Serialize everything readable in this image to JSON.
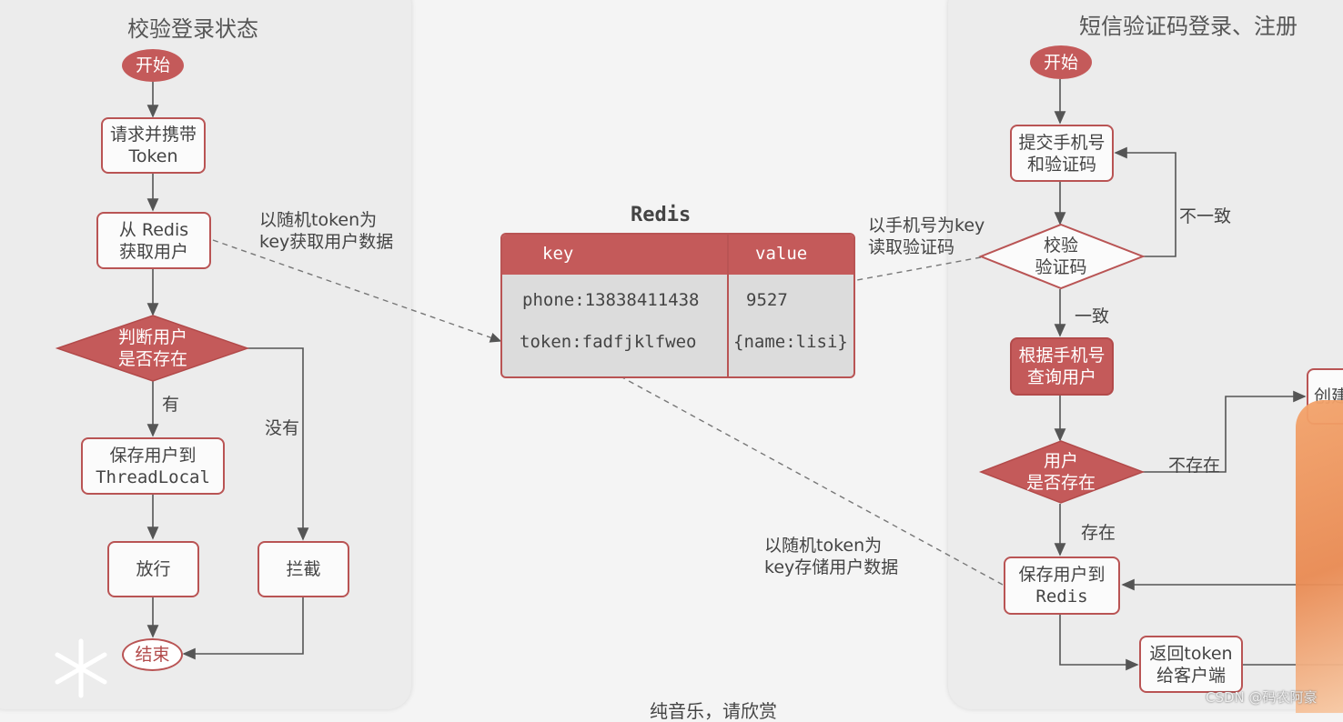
{
  "left_panel": {
    "title": "校验登录状态",
    "start": "开始",
    "request": "请求并携带\nToken",
    "fetch": "从 Redis\n获取用户",
    "check": "判断用户\n是否存在",
    "yes": "有",
    "no": "没有",
    "save": "保存用户到\nThreadLocal",
    "pass": "放行",
    "intercept": "拦截",
    "end": "结束"
  },
  "redis": {
    "title": "Redis",
    "col_key": "key",
    "col_value": "value",
    "rows": [
      {
        "key": "phone:13838411438",
        "value": "9527"
      },
      {
        "key": "token:fadfjklfweo",
        "value": "{name:lisi}"
      }
    ]
  },
  "annotations": {
    "read_token": "以随机token为\nkey获取用户数据",
    "read_phone": "以手机号为key\n读取验证码",
    "store_token": "以随机token为\nkey存储用户数据"
  },
  "right_panel": {
    "title": "短信验证码登录、注册",
    "start": "开始",
    "submit": "提交手机号\n和验证码",
    "verify": "校验\n验证码",
    "mismatch": "不一致",
    "match": "一致",
    "query": "根据手机号\n查询用户",
    "exists_q": "用户\n是否存在",
    "not_exist": "不存在",
    "exist": "存在",
    "create_partial": "创建",
    "save_redis": "保存用户到\nRedis",
    "return_token": "返回token\n给客户端"
  },
  "subtitle": "纯音乐，请欣赏",
  "watermark": "CSDN @码农阿豪",
  "colors": {
    "accent": "#c45a5a",
    "border": "#b95454",
    "panel": "#ececec"
  }
}
